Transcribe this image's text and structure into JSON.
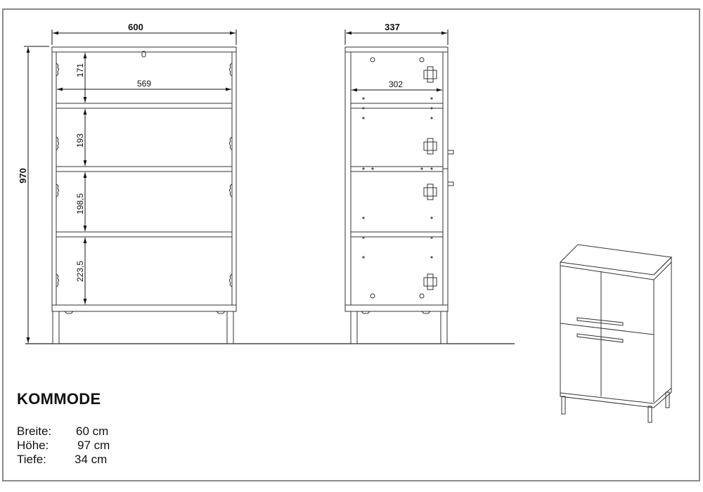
{
  "product": {
    "title": "KOMMODE",
    "specs": [
      {
        "label": "Breite:",
        "value": "60 cm"
      },
      {
        "label": "Höhe:",
        "value": "97 cm"
      },
      {
        "label": "Tiefe:",
        "value": "34 cm"
      }
    ]
  },
  "front_view": {
    "overall_width": "600",
    "overall_height": "970",
    "inner_width": "569",
    "compartments": [
      "171",
      "193",
      "198,5",
      "223,5"
    ]
  },
  "side_view": {
    "overall_depth": "337",
    "inner_depth": "302"
  },
  "iso_view": {
    "label": "isometric-cabinet-view"
  },
  "colors": {
    "line": "#333333",
    "frame": "#8a8a8a",
    "background": "#ffffff"
  }
}
